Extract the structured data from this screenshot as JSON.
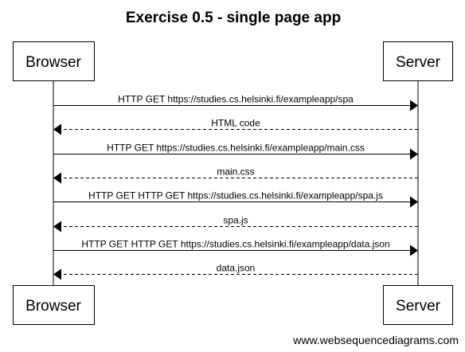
{
  "title": "Exercise 0.5 - single page app",
  "participants": [
    {
      "id": "browser",
      "label": "Browser"
    },
    {
      "id": "server",
      "label": "Server"
    }
  ],
  "messages": [
    {
      "from": "browser",
      "to": "server",
      "label": "HTTP GET https://studies.cs.helsinki.fi/exampleapp/spa",
      "style": "solid"
    },
    {
      "from": "server",
      "to": "browser",
      "label": "HTML code",
      "style": "dashed"
    },
    {
      "from": "browser",
      "to": "server",
      "label": "HTTP GET https://studies.cs.helsinki.fi/exampleapp/main.css",
      "style": "solid"
    },
    {
      "from": "server",
      "to": "browser",
      "label": "main.css",
      "style": "dashed"
    },
    {
      "from": "browser",
      "to": "server",
      "label": "HTTP GET HTTP GET https://studies.cs.helsinki.fi/exampleapp/spa.js",
      "style": "solid"
    },
    {
      "from": "server",
      "to": "browser",
      "label": "spa.js",
      "style": "dashed"
    },
    {
      "from": "browser",
      "to": "server",
      "label": "HTTP GET HTTP GET https://studies.cs.helsinki.fi/exampleapp/data.json",
      "style": "solid"
    },
    {
      "from": "server",
      "to": "browser",
      "label": "data.json",
      "style": "dashed"
    }
  ],
  "watermark": "www.websequencediagrams.com"
}
